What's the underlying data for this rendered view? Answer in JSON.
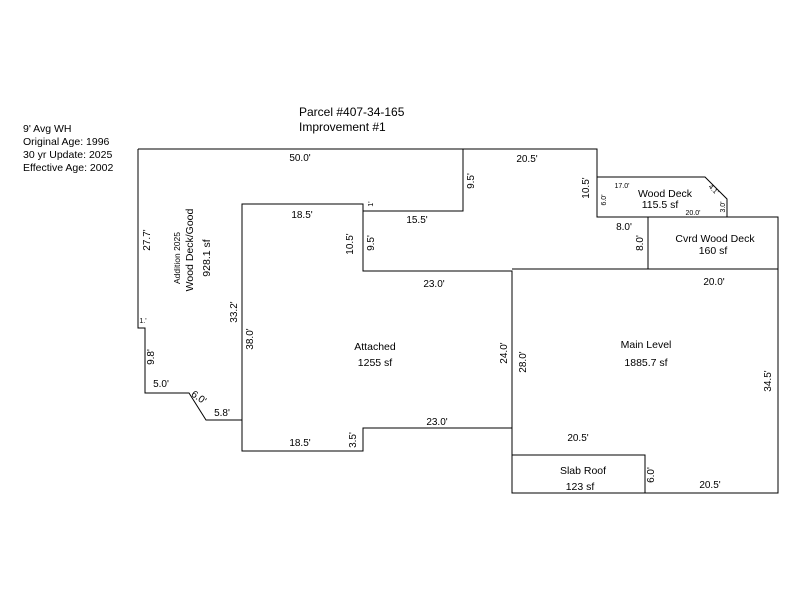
{
  "header": {
    "parcel": "Parcel #407-34-165",
    "improvement": "Improvement #1"
  },
  "notes": [
    "9' Avg WH",
    "Original Age: 1996",
    "30 yr Update: 2025",
    "Effective Age: 2002"
  ],
  "areas": {
    "addition": {
      "name_1": "Addition 2025",
      "name_2": "Wood Deck/Good",
      "area": "928.1 sf"
    },
    "attached": {
      "name": "Attached",
      "area": "1255 sf"
    },
    "main_level": {
      "name": "Main Level",
      "area": "1885.7 sf"
    },
    "wood_deck": {
      "name": "Wood Deck",
      "area": "115.5 sf"
    },
    "cvrd_wood_deck": {
      "name": "Cvrd Wood Deck",
      "area": "160 sf"
    },
    "slab_roof": {
      "name": "Slab Roof",
      "area": "123 sf"
    }
  },
  "dimensions": {
    "top_50": "50.0'",
    "top_20_5": "20.5'",
    "left_27_7": "27.7'",
    "small_1": "1.'",
    "left_9_8": "9.8'",
    "bottom_5": "5.0'",
    "diag_6": "6.0'",
    "bottom_5_8": "5.8'",
    "d_9_5_a": "9.5'",
    "d_15_5": "15.5'",
    "d_1": "1'",
    "d_10_5_a": "10.5'",
    "d_9_5_b": "9.5'",
    "d_18_5_top": "18.5'",
    "d_33_2": "33.2'",
    "d_38": "38.0'",
    "d_23_top": "23.0'",
    "d_24": "24.0'",
    "d_28": "28.0'",
    "d_23_bottom": "23.0'",
    "d_3_5": "3.5'",
    "d_18_5_bottom": "18.5'",
    "d_10_5_b": "10.5'",
    "d_17": "17.0'",
    "d_6_wd": "6.0'",
    "d_4_1": "4.1'",
    "d_20_wd": "20.0'",
    "d_3_wd": "3.0'",
    "d_8_h": "8.0'",
    "d_8_v": "8.0'",
    "d_20_main": "20.0'",
    "d_34_5": "34.5'",
    "d_20_5_slab": "20.5'",
    "d_6_slab": "6.0'",
    "d_20_5_bottom": "20.5'"
  }
}
